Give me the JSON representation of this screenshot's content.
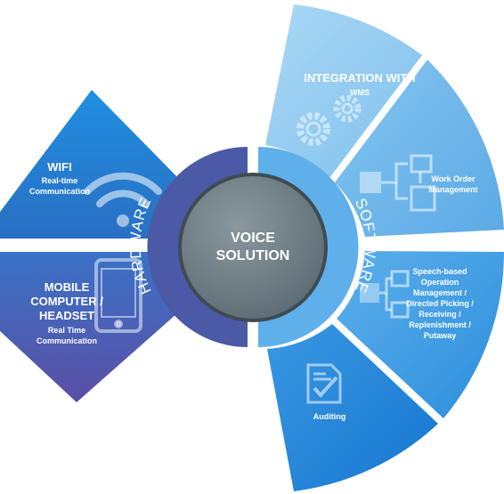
{
  "center": {
    "line1": "VOICE",
    "line2": "SOLUTION"
  },
  "rings": {
    "left": "HARDWARE",
    "right": "SOFTWARE"
  },
  "left_segments": [
    {
      "title": "WIFI",
      "sub1": "Real-time",
      "sub2": "Communication",
      "icon": "wifi-icon"
    },
    {
      "title1": "MOBILE",
      "title2": "COMPUTER /",
      "title3": "HEADSET",
      "sub1": "Real Time",
      "sub2": "Communication",
      "icon": "mobile-phone-icon"
    }
  ],
  "right_segments": [
    {
      "title1": "INTEGRATION WITH",
      "title2": "WMS",
      "icon": "gears-icon"
    },
    {
      "line1": "Work Order",
      "line2": "Management",
      "icon": "workflow-icon"
    },
    {
      "line1": "Speech-based",
      "line2": "Operation",
      "line3": "Management /",
      "line4": "Directed Picking /",
      "line5": "Receiving /",
      "line6": "Replenishment /",
      "line7": "Putaway",
      "icon": "flowchart-icon"
    },
    {
      "line1": "Auditing",
      "icon": "checklist-document-icon"
    }
  ],
  "colors": {
    "left_top": "#2a7fd0",
    "left_bottom": "#4a63b8",
    "right_1": "#8ec9ef",
    "right_2": "#6fb5ea",
    "right_3": "#3d9be0",
    "right_4": "#2285d8",
    "hardware_ring": "#4b5aa6",
    "software_ring": "#5fb0ea",
    "center": "#6d7d85"
  }
}
